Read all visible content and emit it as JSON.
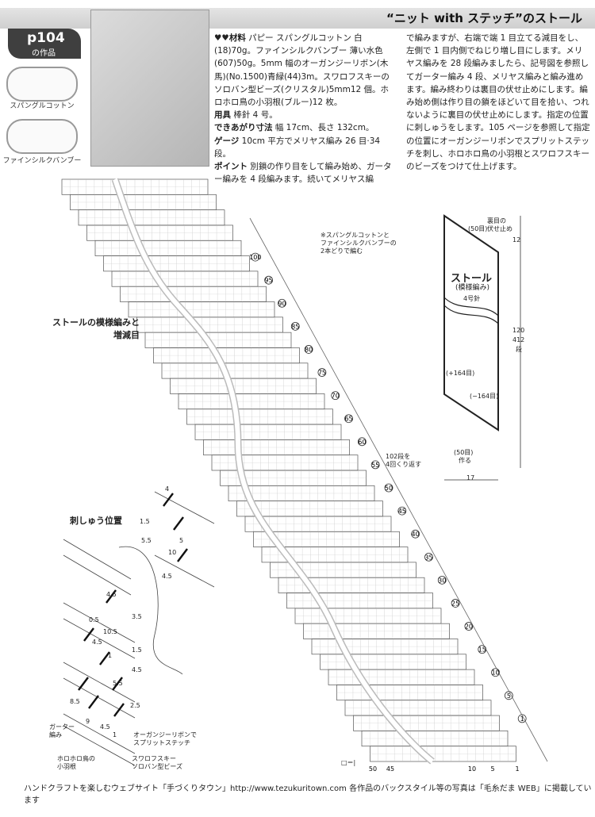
{
  "header": {
    "title": "“ニット with ステッチ”のストール",
    "page_number": "p104",
    "page_sub": "の作品"
  },
  "yarns": [
    {
      "label": "スパングルコットン"
    },
    {
      "label": "ファインシルクバンブー"
    }
  ],
  "materials": {
    "heading": "♥♥材料",
    "body": "パピー スパングルコットン 白(18)70g。ファインシルクバンブー 薄い水色(607)50g。5mm 幅のオーガンジーリボン(木馬)(No.1500)青緑(44)3m。スワロフスキーのソロバン型ビーズ(クリスタル)5mm12 個。ホロホロ鳥の小羽根(ブルー)12 枚。",
    "tools_label": "用具",
    "tools": "棒針 4 号。",
    "size_label": "できあがり寸法",
    "size": "幅 17cm、長さ 132cm。",
    "gauge_label": "ゲージ",
    "gauge": "10cm 平方でメリヤス編み 26 目·34 段。",
    "point_label": "ポイント",
    "point": "別鎖の作り目をして編み始め、ガーター編みを 4 段編みます。続いてメリヤス編"
  },
  "instructions": "で編みますが、右端で端 1 目立てる減目をし、左側で 1 目内側でねじり増し目にします。メリヤス編みを 28 段編みましたら、記号図を参照してガーター編み 4 段、メリヤス編みと編み進めます。編み終わりは裏目の伏せ止めにします。編み始め側は作り目の鎖をほどいて目を拾い、つれないように裏目の伏せ止めにします。指定の位置に刺しゅうをします。105 ページを参照して指定の位置にオーガンジーリボンでスプリットステッチを刺し、ホロホロ鳥の小羽根とスワロフスキーのビーズをつけて仕上げます。",
  "chart": {
    "title": "ストールの模様編みと\n増減目",
    "yarn_note": "※スパングルコットンと\nファインシルクバンブーの\n2本どりで編む",
    "repeat_note": "102段を\n4回くり返す",
    "row_numbers": [
      "100",
      "95",
      "90",
      "85",
      "80",
      "75",
      "70",
      "65",
      "60",
      "55",
      "50",
      "45",
      "40",
      "35",
      "30",
      "25",
      "20",
      "15",
      "10",
      "5",
      "1"
    ],
    "stitch_numbers": [
      "50",
      "45",
      "10",
      "5",
      "1"
    ],
    "legend": "□＝|"
  },
  "schematic": {
    "title": "ストール",
    "subtitle": "(模様編み)",
    "needle": "4号針",
    "top_note": "裏目の\n伏せ止め",
    "top_count": "(50目)",
    "top_dim": "12",
    "height": "120",
    "rows": "412",
    "rows_unit": "段",
    "inc": "(+164目)",
    "dec": "(−164目)",
    "bottom_count": "(50目)",
    "bottom_note": "作る",
    "width": "17"
  },
  "embroidery": {
    "title": "刺しゅう位置",
    "measures_top": [
      "4",
      "1.5",
      "5",
      "5.5",
      "10",
      "4.5"
    ],
    "measures_main": [
      "4.5",
      "3.5",
      "0.5",
      "10.5",
      "4.5",
      "1.5",
      "1",
      "4.5",
      "5.5",
      "8.5",
      "2.5",
      "9",
      "4.5",
      "1"
    ],
    "garter": "ガーター\n編み",
    "ribbon": "オーガンジーリボンで\nスプリットステッチ",
    "feather": "ホロホロ鳥の\n小羽根",
    "bead": "スワロフスキー\nソロバン型ビーズ"
  },
  "footer": "ハンドクラフトを楽しむウェブサイト「手づくりタウン」http://www.tezukuritown.com 各作品のバックスタイル等の写真は「毛糸だま WEB」に掲載しています"
}
